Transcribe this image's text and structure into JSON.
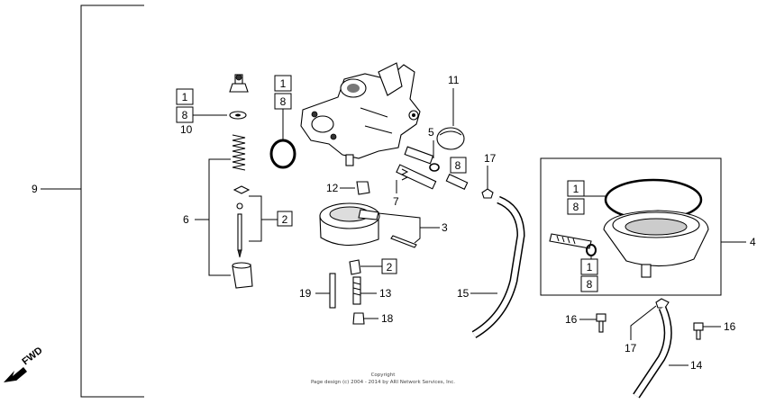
{
  "callouts": {
    "c1": "1",
    "c2": "2",
    "c3": "3",
    "c4": "4",
    "c5": "5",
    "c6": "6",
    "c7": "7",
    "c8": "8",
    "c9": "9",
    "c10": "10",
    "c11": "11",
    "c12": "12",
    "c13": "13",
    "c14": "14",
    "c15": "15",
    "c16a": "16",
    "c16b": "16",
    "c17a": "17",
    "c17b": "17",
    "c18": "18",
    "c19": "19"
  },
  "boxed": {
    "b1a": "1",
    "b8a": "8",
    "b1b": "1",
    "b8b": "8",
    "b8c": "8",
    "b2a": "2",
    "b2b": "2",
    "b1c": "1",
    "b8d": "8",
    "b1d": "1",
    "b8e": "8"
  },
  "fwd_label": "FWD",
  "copyright_line1": "Copyright",
  "copyright_line2": "Page design (c) 2004 - 2014 by ARI Network Services, Inc."
}
